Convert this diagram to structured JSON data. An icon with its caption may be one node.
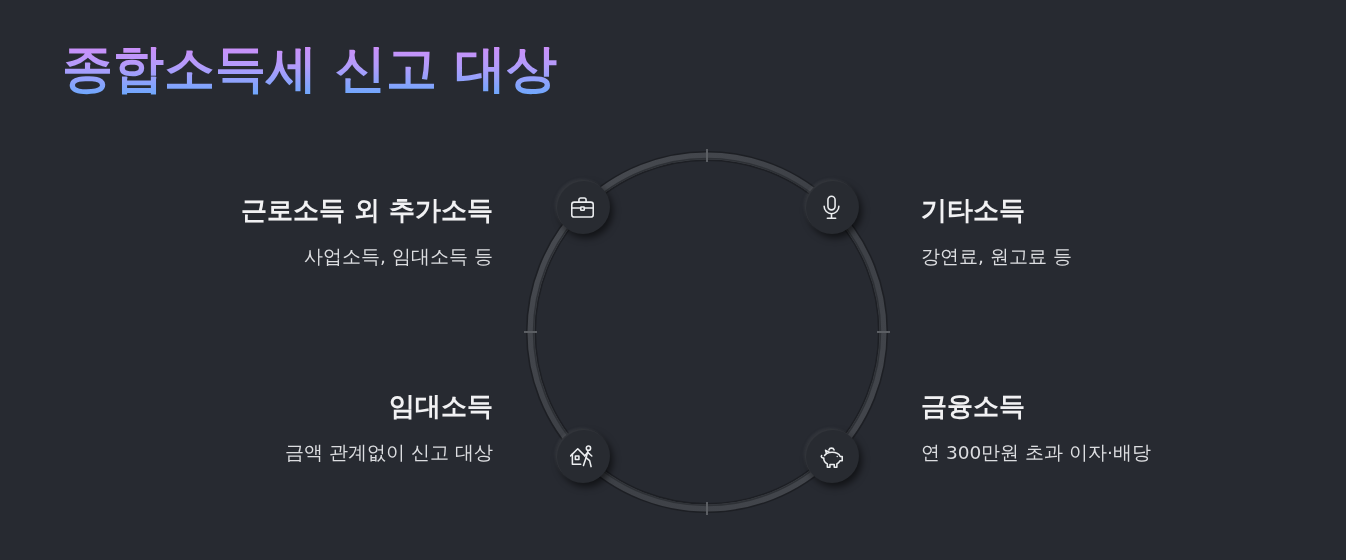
{
  "diagram": {
    "title": "종합소득세 신고 대상",
    "nodes": [
      {
        "text": [],
        "shape": "circle",
        "beside": [
          "근로소득 외 추가소득",
          "사업소득, 임대소득 등"
        ]
      },
      {
        "text": [],
        "shape": "circle",
        "beside": [
          "기타소득",
          "강연료, 원고료 등"
        ]
      },
      {
        "text": [],
        "shape": "circle",
        "beside": [
          "임대소득",
          "금액 관계없이 신고 대상"
        ]
      },
      {
        "text": [],
        "shape": "circle",
        "beside": [
          "금융소득",
          "연 300만원 초과 이자·배당"
        ]
      }
    ]
  }
}
